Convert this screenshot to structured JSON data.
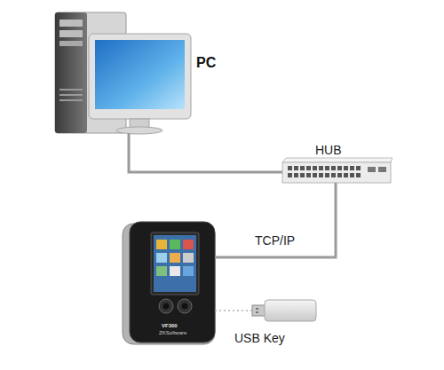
{
  "diagram": {
    "nodes": [
      {
        "text": [
          "PC"
        ]
      },
      {
        "text": [
          "HUB"
        ]
      },
      {
        "text": [
          "VF300",
          "ZKSoftware"
        ]
      },
      {
        "text": [
          "USB Key"
        ]
      }
    ],
    "edges": [
      {
        "from": 0,
        "to": 1,
        "arrow": "none"
      },
      {
        "from": 1,
        "to": 2,
        "label": "TCP/IP",
        "arrow": "none"
      },
      {
        "from": 2,
        "to": 3,
        "arrow": "none"
      }
    ]
  }
}
